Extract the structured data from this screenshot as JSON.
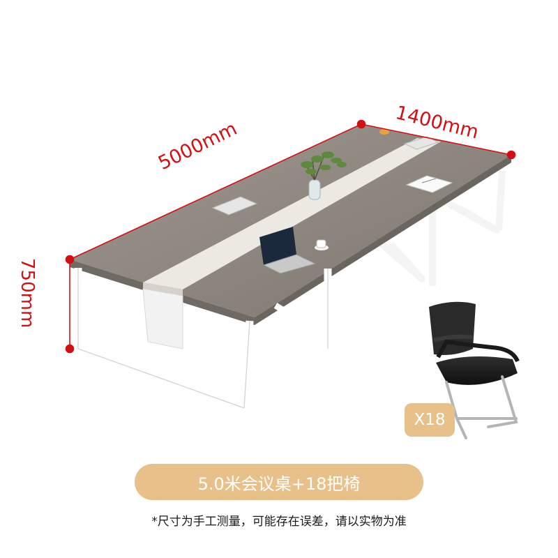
{
  "dimensions": {
    "length": "5000mm",
    "width": "1400mm",
    "height": "750mm"
  },
  "chair_quantity": "X18",
  "product_label": "5.0米会议桌+18把椅",
  "disclaimer": "*尺寸为手工测量，可能存在误差，请以实物为准",
  "colors": {
    "dimension": "#d40f14",
    "accent": "#e8c089",
    "tabletop": "#8e8880",
    "center_strip": "#ece9e3",
    "frame": "#ffffff",
    "chair_mesh": "#2a2a2a"
  }
}
